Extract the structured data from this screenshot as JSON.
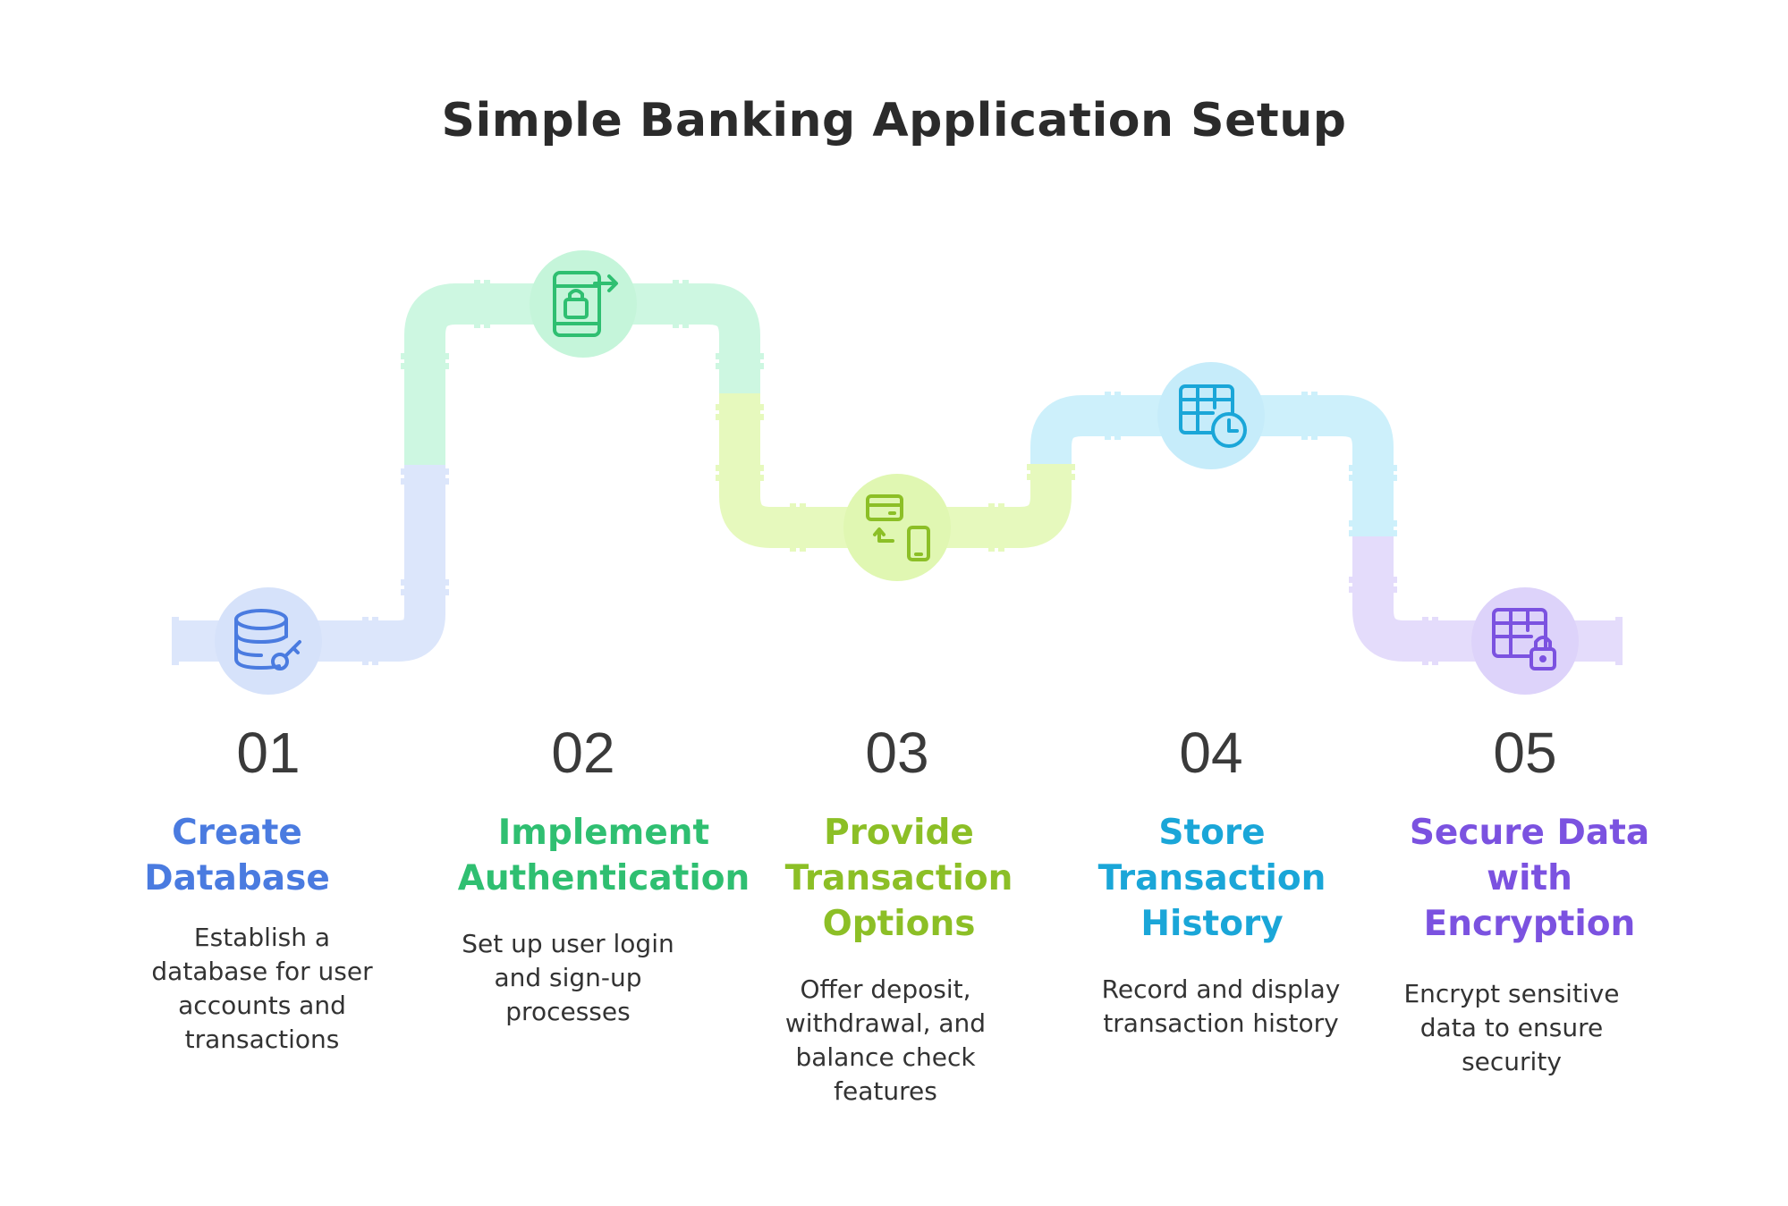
{
  "title": "Simple Banking Application Setup",
  "steps": [
    {
      "number": "01",
      "title": "Create Database",
      "description": "Establish a database for user accounts and transactions",
      "icon": "database-key-icon",
      "color": "#4a7be0",
      "pipe_color": "#dce6fb",
      "circle_color": "#d6e2fa"
    },
    {
      "number": "02",
      "title": "Implement Authentication",
      "description": "Set up user login and sign-up processes",
      "icon": "phone-lock-login-icon",
      "color": "#2fbf71",
      "pipe_color": "#cdf7e1",
      "circle_color": "#c5f5da"
    },
    {
      "number": "03",
      "title": "Provide Transaction Options",
      "description": "Offer deposit, withdrawal, and balance check features",
      "icon": "card-to-phone-icon",
      "color": "#8cbf26",
      "pipe_color": "#e6f9bd",
      "circle_color": "#e0f7b2"
    },
    {
      "number": "04",
      "title": "Store Transaction History",
      "description": "Record and display transaction history",
      "icon": "table-clock-icon",
      "color": "#1aa6d8",
      "pipe_color": "#cdf0fb",
      "circle_color": "#c6ecfa"
    },
    {
      "number": "05",
      "title": "Secure Data with Encryption",
      "description": "Encrypt sensitive data to ensure security",
      "icon": "table-lock-icon",
      "color": "#7b52e0",
      "pipe_color": "#e4dcfb",
      "circle_color": "#ddd3fa"
    }
  ]
}
